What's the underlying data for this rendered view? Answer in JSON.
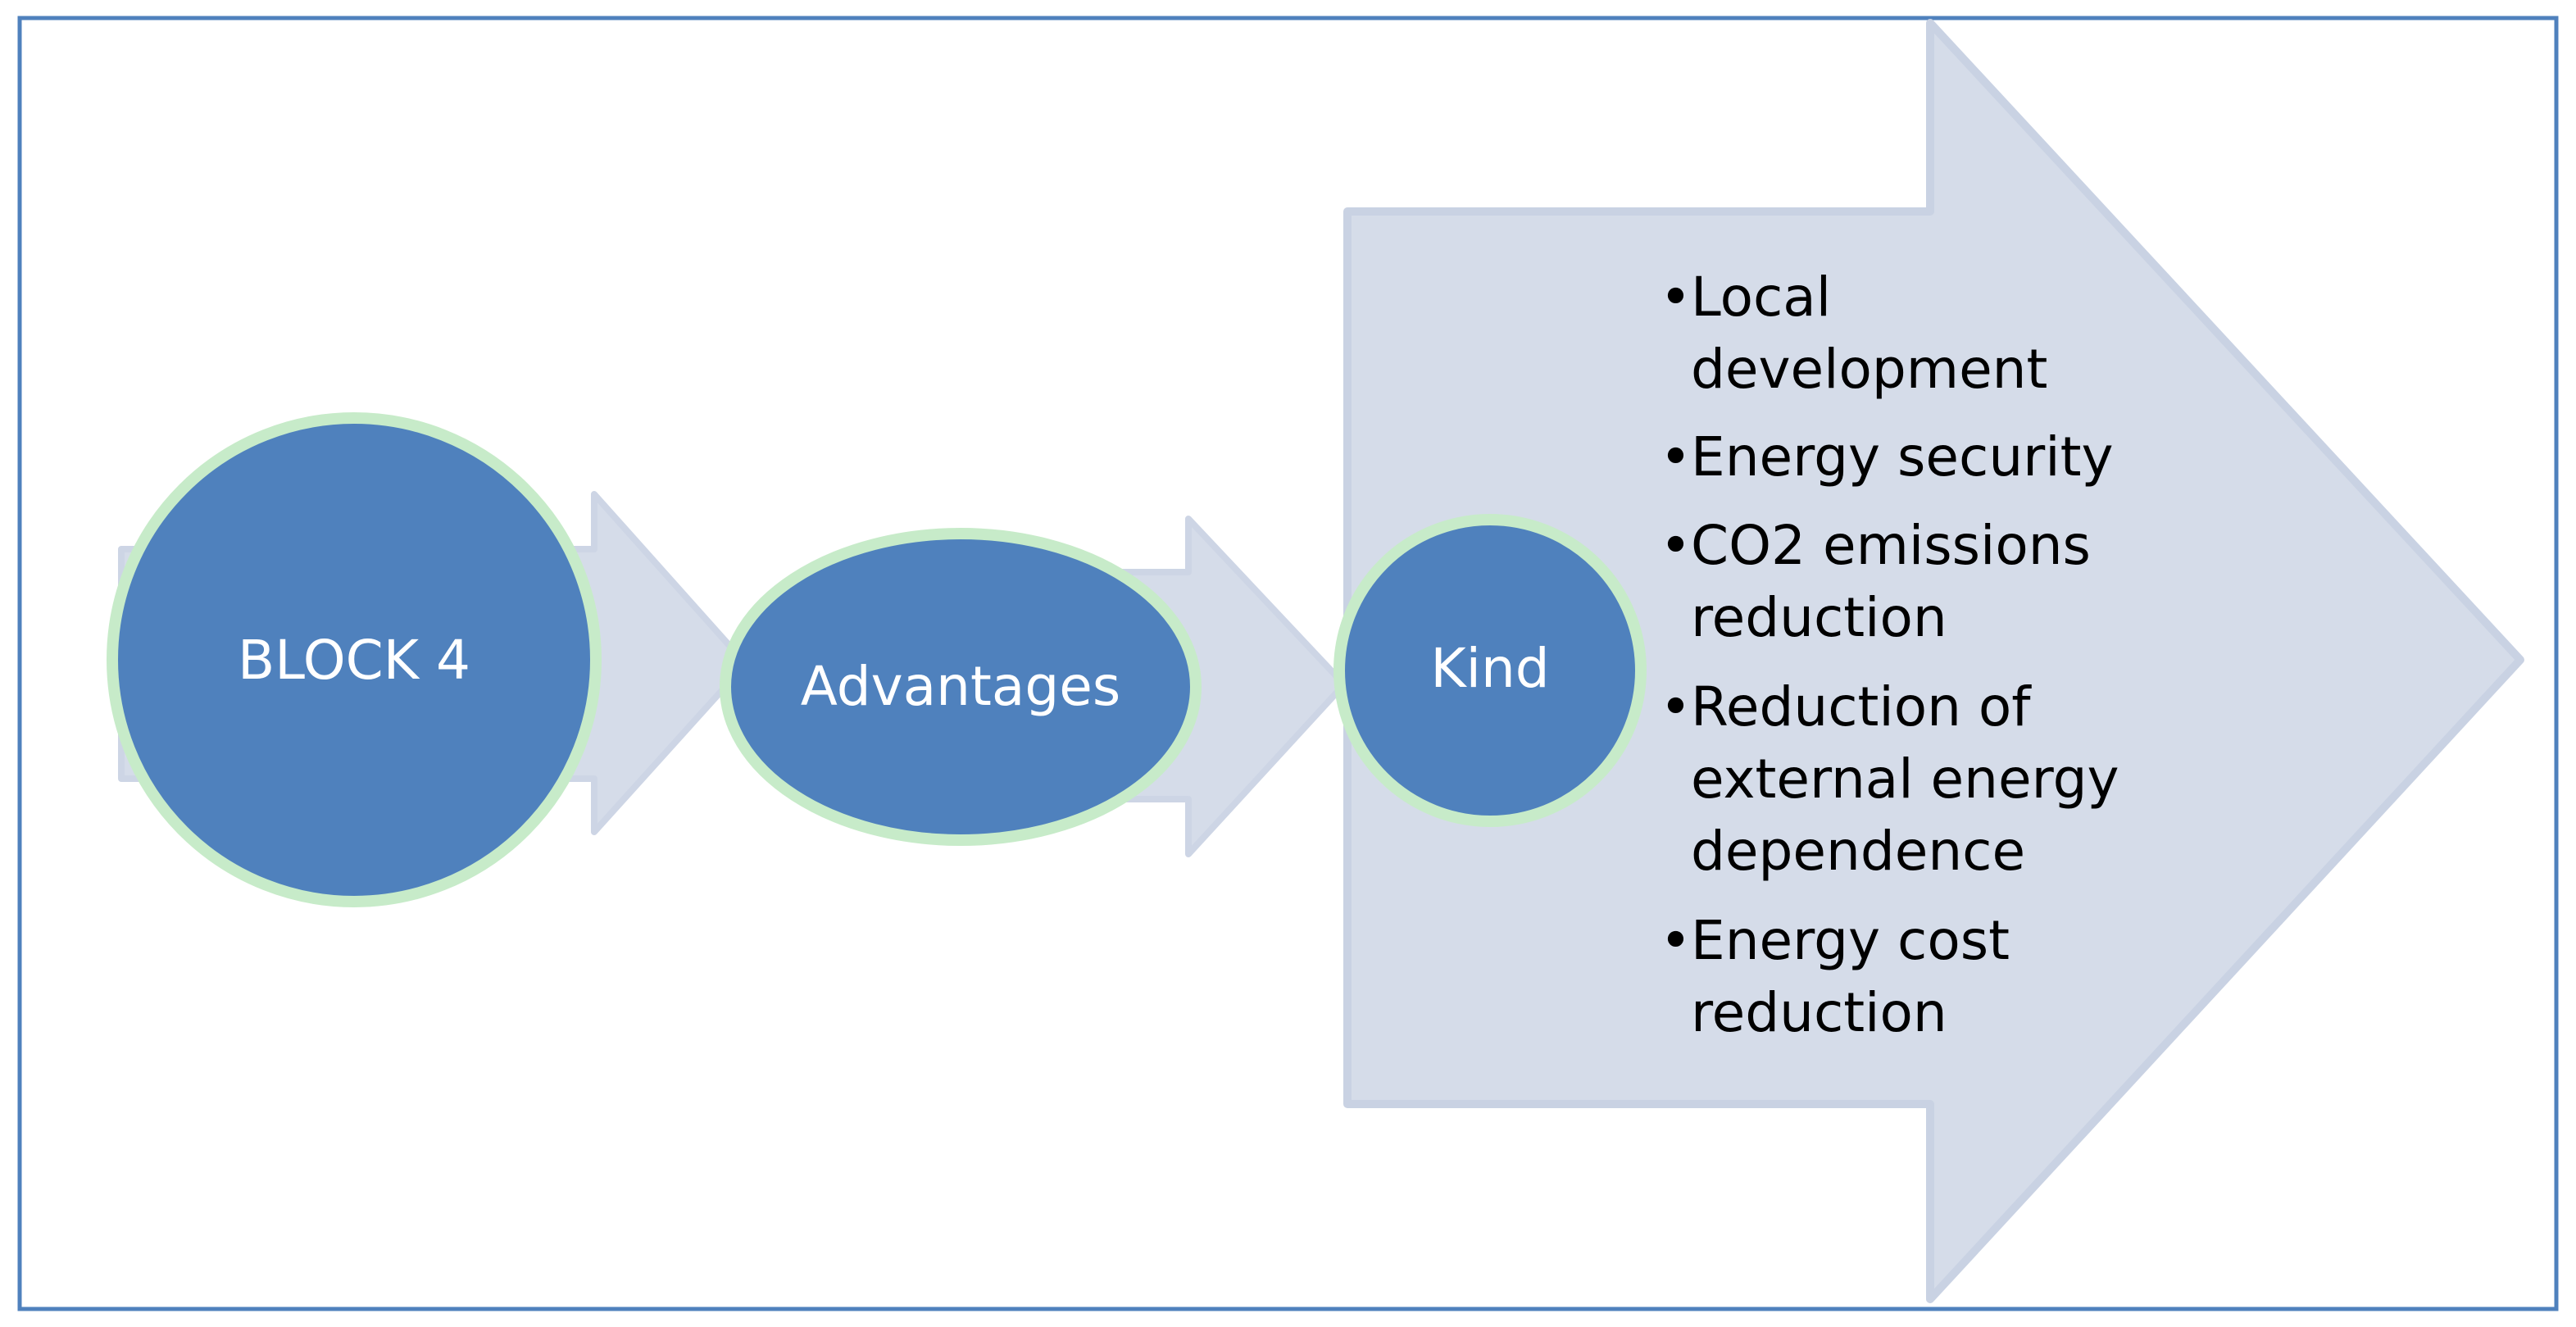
{
  "diagram": {
    "nodes": [
      {
        "id": "block",
        "label": "BLOCK 4"
      },
      {
        "id": "advantages",
        "label": "Advantages"
      },
      {
        "id": "kind",
        "label": "Kind"
      }
    ],
    "kind_items": [
      {
        "lines": [
          "Local",
          "development"
        ]
      },
      {
        "lines": [
          "Energy security"
        ]
      },
      {
        "lines": [
          "CO2 emissions",
          "reduction"
        ]
      },
      {
        "lines": [
          "Reduction of",
          "external energy",
          "dependence"
        ]
      },
      {
        "lines": [
          "Energy cost",
          "reduction"
        ]
      }
    ],
    "bullet": "•"
  },
  "colors": {
    "frame_border": "#4f81bd",
    "arrow_fill": "#d5dce9",
    "arrow_stroke": "#c9d2e3",
    "node_fill": "#4f81bd",
    "node_ring": "#c7ebc9",
    "text_dark": "#000000",
    "text_light": "#ffffff"
  }
}
